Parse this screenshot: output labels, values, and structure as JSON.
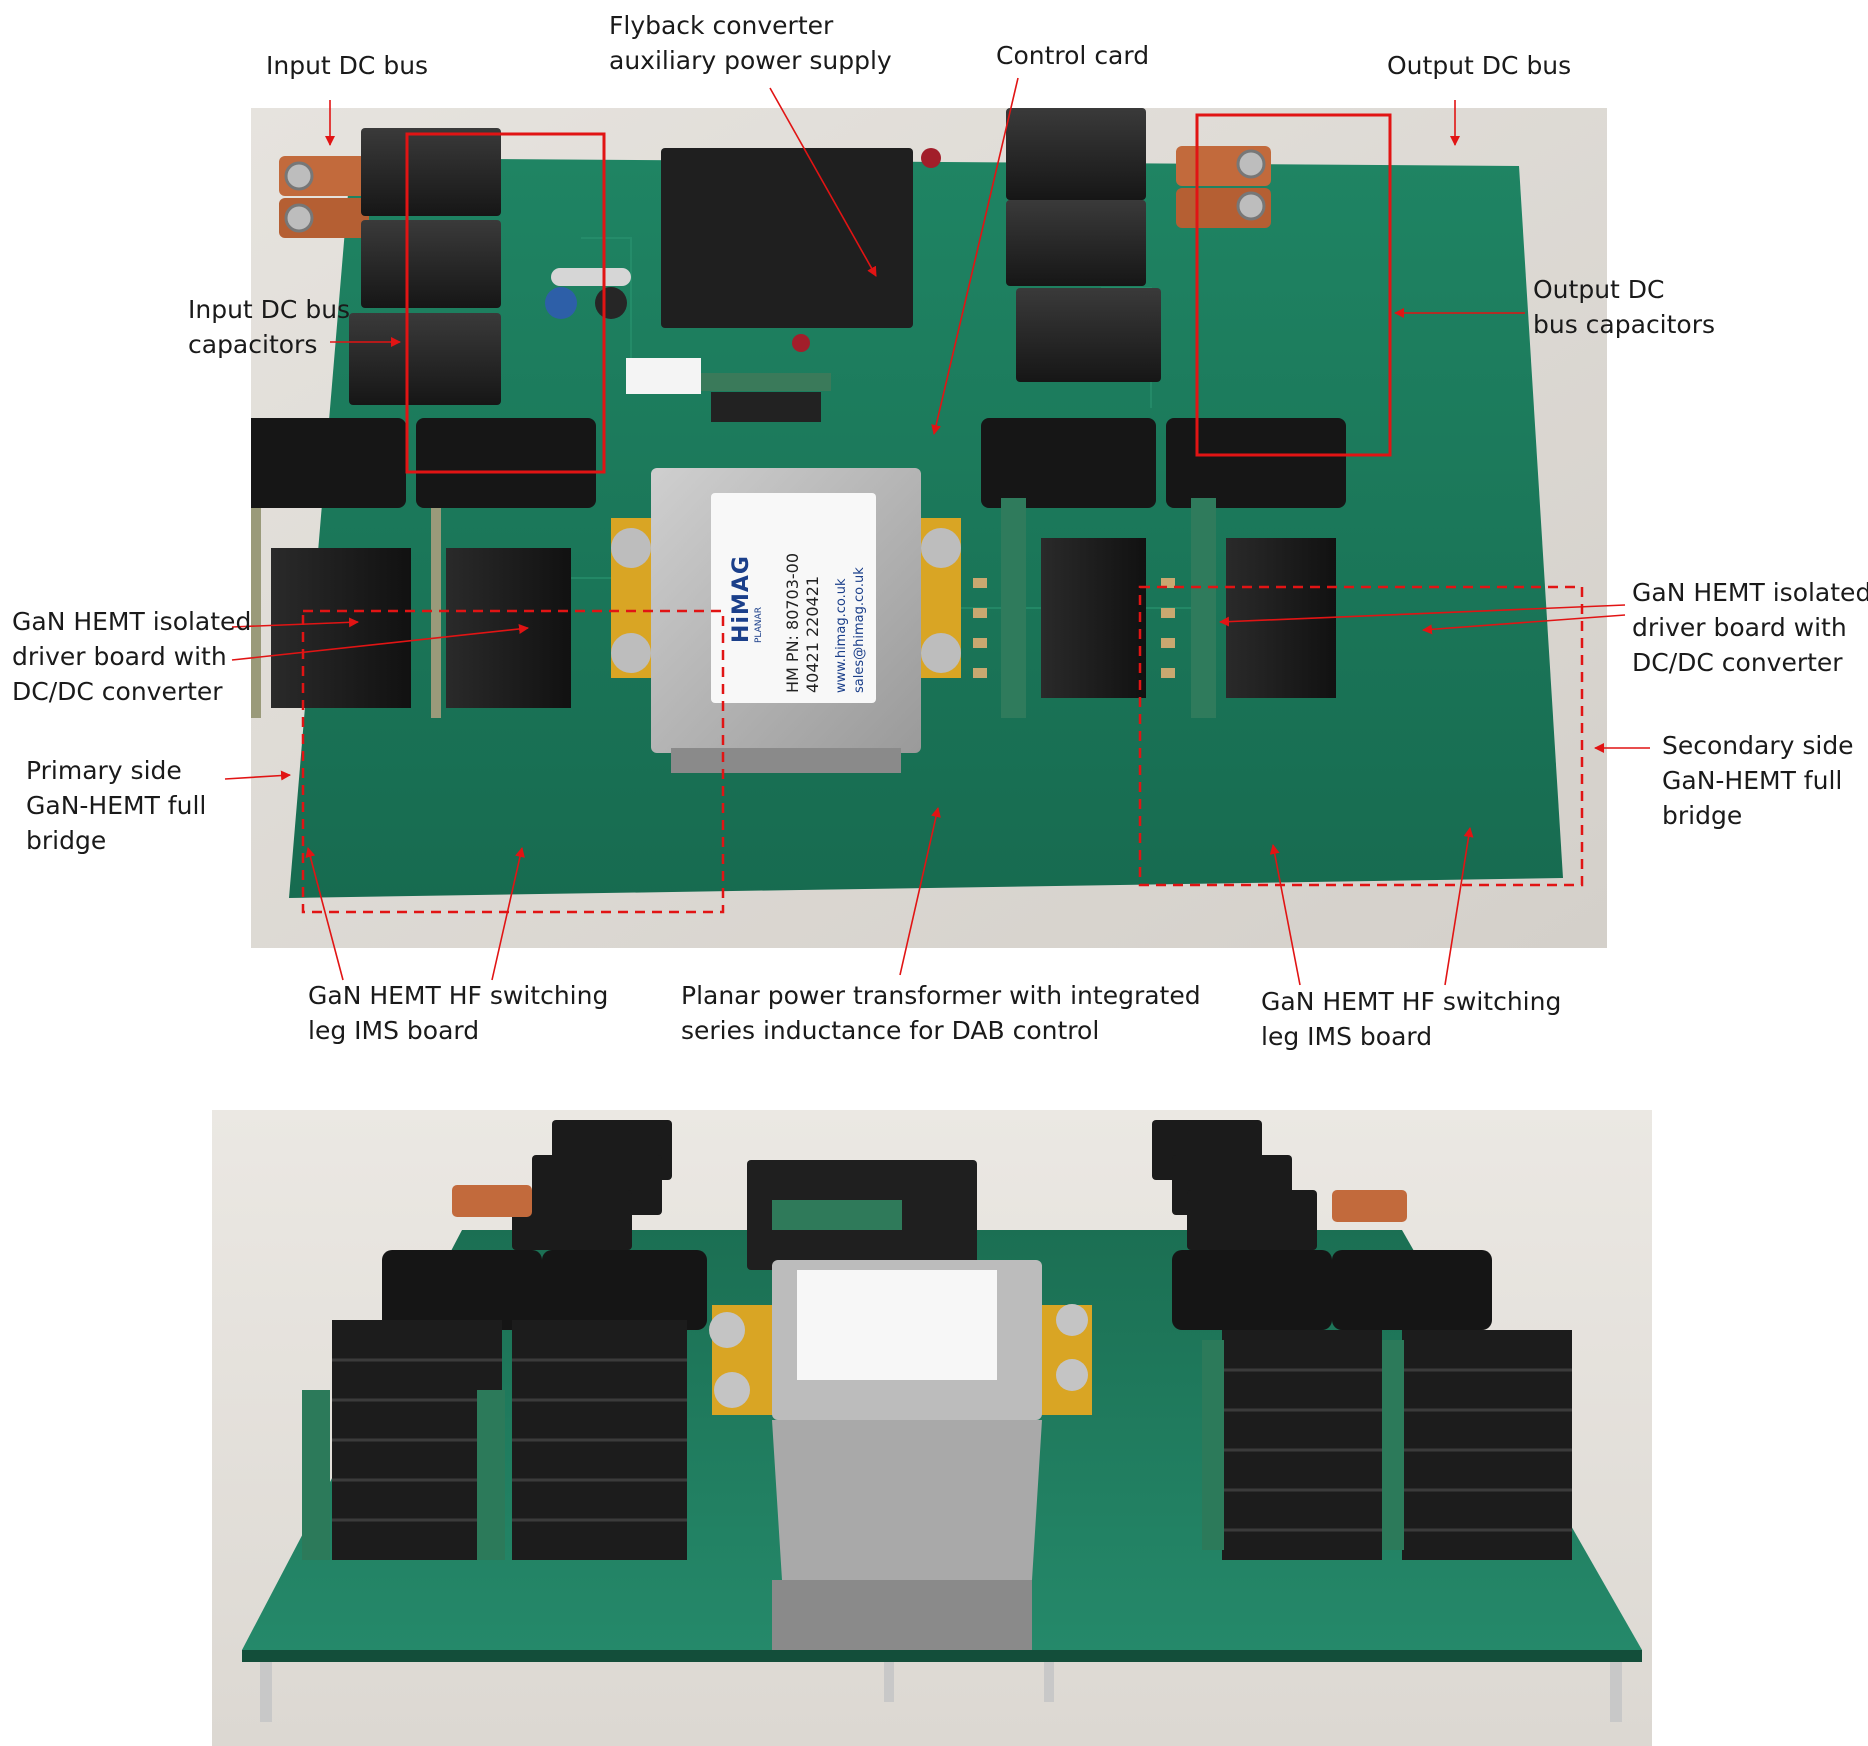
{
  "labels": {
    "input_dc_bus": "Input DC bus",
    "flyback": [
      "Flyback converter",
      "auxiliary power supply"
    ],
    "control_card": "Control card",
    "output_dc_bus": "Output DC bus",
    "input_caps": [
      "Input DC bus",
      "capacitors"
    ],
    "output_caps": [
      "Output DC",
      "bus capacitors"
    ],
    "driver_left": [
      "GaN HEMT isolated",
      "driver board with",
      "DC/DC converter"
    ],
    "driver_right": [
      "GaN HEMT isolated",
      "driver board with",
      "DC/DC converter"
    ],
    "primary": [
      "Primary side",
      "GaN-HEMT full",
      "bridge"
    ],
    "secondary": [
      "Secondary side",
      "GaN-HEMT full",
      "bridge"
    ],
    "switch_left": [
      "GaN HEMT HF switching",
      "leg IMS board"
    ],
    "transformer": [
      "Planar power transformer with integrated",
      "series inductance for DAB control"
    ],
    "switch_right": [
      "GaN HEMT HF switching",
      "leg IMS board"
    ]
  },
  "transformer_label": {
    "brand": "HiMAG",
    "sub": "PLANAR",
    "pn": "HM PN: 80703-00",
    "lot": "40421 220421",
    "web": "www.himag.co.uk",
    "mail": "sales@himag.co.uk"
  },
  "colors": {
    "annotation": "#e11414",
    "pcb": "#1e7d5e",
    "heatsink": "#1c1c1c",
    "copper": "#c26a3c"
  }
}
